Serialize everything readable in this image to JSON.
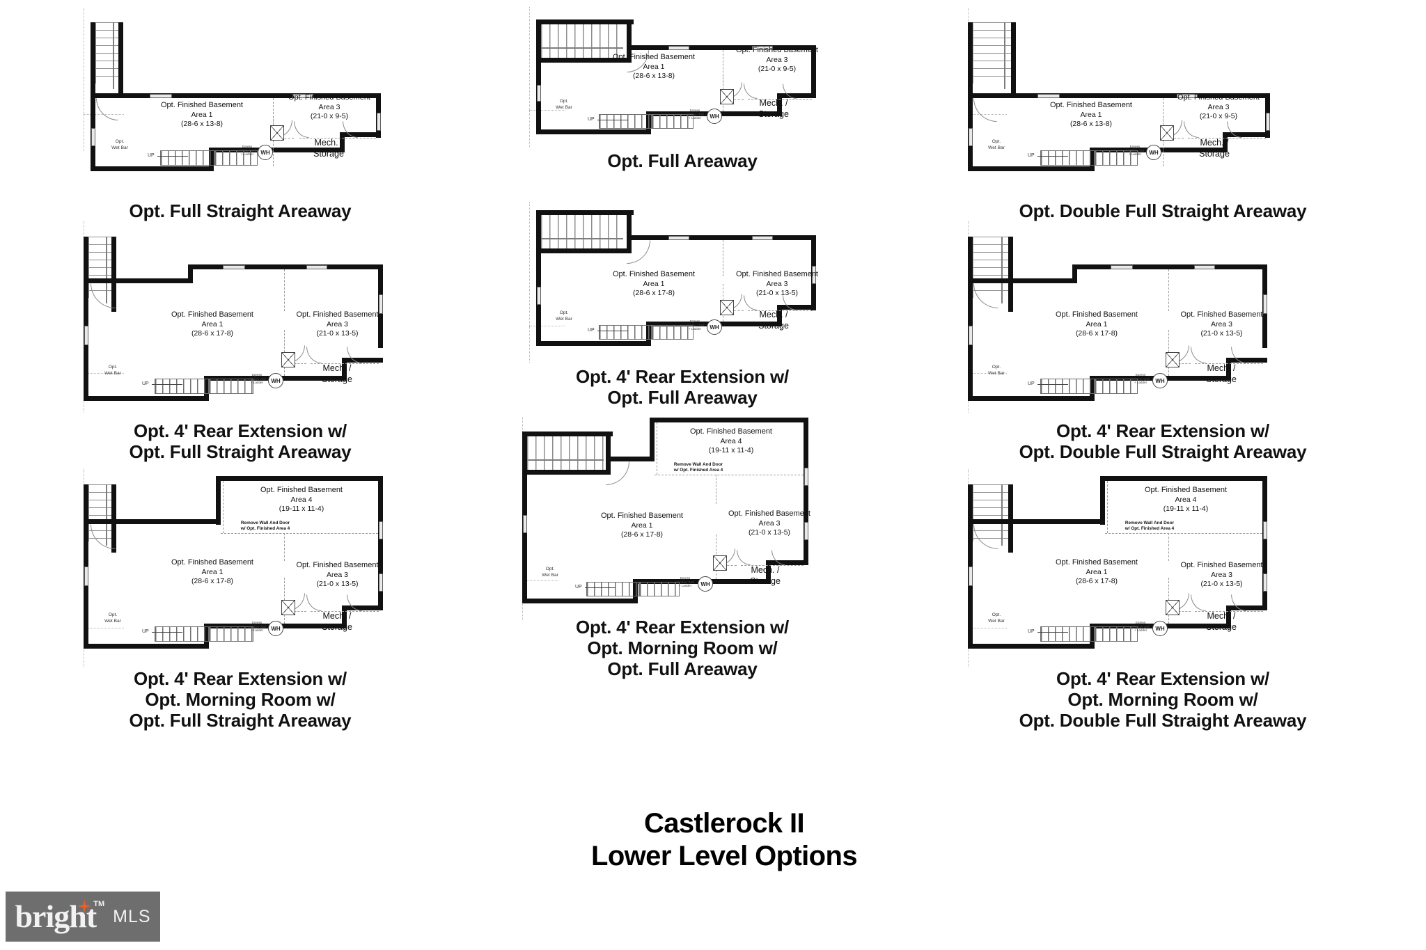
{
  "document": {
    "title_line1": "Castlerock II",
    "title_line2": "Lower Level Options",
    "sheet_type": "Lower Level Options"
  },
  "watermark": {
    "brand": "bright",
    "tm": "TM",
    "suffix": "MLS",
    "bg_color": "#6e6e6e",
    "text_color": "#f2f2f2",
    "star_color": "#e8622a"
  },
  "labels": {
    "finished_basement": "Opt. Finished Basement",
    "area1": "Area 1",
    "area3": "Area 3",
    "area4": "Area 4",
    "dim_28_6_x_13_8": "(28-6 x 13-8)",
    "dim_28_6_x_17_8": "(28-6 x 17-8)",
    "dim_21_0_x_9_5": "(21-0 x 9-5)",
    "dim_21_0_x_13_5": "(21-0 x 13-5)",
    "dim_19_11_x_11_4": "(19-11 x 11-4)",
    "mech_storage_line1": "Mech. /",
    "mech_storage_line2": "Storage",
    "wet_bar_line1": "Opt.",
    "wet_bar_line2": "Wet Bar",
    "water_heater": "WH",
    "up": "UP",
    "remove_wall_line1": "Remove Wall And Door",
    "remove_wall_line2": "w/ Opt. Finished Area 4",
    "egress_note": "Egress Window Well & Ladder"
  },
  "plans": [
    {
      "id": "full-straight-areaway",
      "column": "left",
      "row": 1,
      "caption": [
        "Opt. Full Straight Areaway"
      ],
      "rooms": [
        {
          "name": "Opt. Finished Basement",
          "area": "Area 1",
          "dim": "(28-6 x 13-8)"
        },
        {
          "name": "Opt. Finished Basement",
          "area": "Area 3",
          "dim": "(21-0 x 9-5)"
        },
        {
          "name": "Mech. / Storage"
        }
      ],
      "features": [
        "Opt. Wet Bar",
        "WH",
        "UP stair",
        "Straight areaway stair"
      ]
    },
    {
      "id": "rear-ext-full-straight-areaway",
      "column": "left",
      "row": 2,
      "caption": [
        "Opt. 4' Rear Extension w/",
        "Opt. Full Straight Areaway"
      ],
      "rooms": [
        {
          "name": "Opt. Finished Basement",
          "area": "Area 1",
          "dim": "(28-6 x 17-8)"
        },
        {
          "name": "Opt. Finished Basement",
          "area": "Area 3",
          "dim": "(21-0 x 13-5)"
        },
        {
          "name": "Mech. / Storage"
        }
      ],
      "features": [
        "Opt. Wet Bar",
        "WH",
        "UP stair",
        "Straight areaway stair"
      ]
    },
    {
      "id": "rear-ext-morning-room-full-straight-areaway",
      "column": "left",
      "row": 3,
      "caption": [
        "Opt. 4' Rear Extension w/",
        "Opt. Morning Room w/",
        "Opt. Full Straight Areaway"
      ],
      "rooms": [
        {
          "name": "Opt. Finished Basement",
          "area": "Area 4",
          "dim": "(19-11 x 11-4)"
        },
        {
          "name": "Opt. Finished Basement",
          "area": "Area 1",
          "dim": "(28-6 x 17-8)"
        },
        {
          "name": "Opt. Finished Basement",
          "area": "Area 3",
          "dim": "(21-0 x 13-5)"
        },
        {
          "name": "Mech. / Storage"
        }
      ],
      "features": [
        "Opt. Wet Bar",
        "WH",
        "UP stair",
        "Remove Wall And Door w/ Opt. Finished Area 4"
      ]
    },
    {
      "id": "full-areaway",
      "column": "center",
      "row": 1,
      "caption": [
        "Opt. Full Areaway"
      ],
      "rooms": [
        {
          "name": "Opt. Finished Basement",
          "area": "Area 1",
          "dim": "(28-6 x 13-8)"
        },
        {
          "name": "Opt. Finished Basement",
          "area": "Area 3",
          "dim": "(21-0 x 9-5)"
        },
        {
          "name": "Mech. / Storage"
        }
      ],
      "features": [
        "Opt. Wet Bar",
        "WH",
        "UP stair",
        "Full areaway stair"
      ]
    },
    {
      "id": "rear-ext-full-areaway",
      "column": "center",
      "row": 2,
      "caption": [
        "Opt. 4' Rear Extension w/",
        "Opt. Full Areaway"
      ],
      "rooms": [
        {
          "name": "Opt. Finished Basement",
          "area": "Area 1",
          "dim": "(28-6 x 17-8)"
        },
        {
          "name": "Opt. Finished Basement",
          "area": "Area 3",
          "dim": "(21-0 x 13-5)"
        },
        {
          "name": "Mech. / Storage"
        }
      ],
      "features": [
        "Opt. Wet Bar",
        "WH",
        "UP stair",
        "Full areaway stair"
      ]
    },
    {
      "id": "rear-ext-morning-room-full-areaway",
      "column": "center",
      "row": 3,
      "caption": [
        "Opt. 4' Rear Extension w/",
        "Opt. Morning Room w/",
        "Opt. Full Areaway"
      ],
      "rooms": [
        {
          "name": "Opt. Finished Basement",
          "area": "Area 4",
          "dim": "(19-11 x 11-4)"
        },
        {
          "name": "Opt. Finished Basement",
          "area": "Area 1",
          "dim": "(28-6 x 17-8)"
        },
        {
          "name": "Opt. Finished Basement",
          "area": "Area 3",
          "dim": "(21-0 x 13-5)"
        },
        {
          "name": "Mech. / Storage"
        }
      ],
      "features": [
        "Opt. Wet Bar",
        "WH",
        "UP stair",
        "Remove Wall And Door w/ Opt. Finished Area 4"
      ]
    },
    {
      "id": "double-full-straight-areaway",
      "column": "right",
      "row": 1,
      "caption": [
        "Opt. Double Full Straight Areaway"
      ],
      "rooms": [
        {
          "name": "Opt. Finished Basement",
          "area": "Area 1",
          "dim": "(28-6 x 13-8)"
        },
        {
          "name": "Opt. Finished Basement",
          "area": "Area 3",
          "dim": "(21-0 x 9-5)"
        },
        {
          "name": "Mech. / Storage"
        }
      ],
      "features": [
        "Opt. Wet Bar",
        "WH",
        "UP stair",
        "Double straight areaway stair"
      ]
    },
    {
      "id": "rear-ext-double-full-straight-areaway",
      "column": "right",
      "row": 2,
      "caption": [
        "Opt. 4' Rear Extension w/",
        "Opt. Double Full Straight Areaway"
      ],
      "rooms": [
        {
          "name": "Opt. Finished Basement",
          "area": "Area 1",
          "dim": "(28-6 x 17-8)"
        },
        {
          "name": "Opt. Finished Basement",
          "area": "Area 3",
          "dim": "(21-0 x 13-5)"
        },
        {
          "name": "Mech. / Storage"
        }
      ],
      "features": [
        "Opt. Wet Bar",
        "WH",
        "UP stair",
        "Double straight areaway stair"
      ]
    },
    {
      "id": "rear-ext-morning-room-double-full-straight-areaway",
      "column": "right",
      "row": 3,
      "caption": [
        "Opt. 4' Rear Extension w/",
        "Opt. Morning Room w/",
        "Opt. Double Full Straight Areaway"
      ],
      "rooms": [
        {
          "name": "Opt. Finished Basement",
          "area": "Area 4",
          "dim": "(19-11 x 11-4)"
        },
        {
          "name": "Opt. Finished Basement",
          "area": "Area 1",
          "dim": "(28-6 x 17-8)"
        },
        {
          "name": "Opt. Finished Basement",
          "area": "Area 3",
          "dim": "(21-0 x 13-5)"
        },
        {
          "name": "Mech. / Storage"
        }
      ],
      "features": [
        "Opt. Wet Bar",
        "WH",
        "UP stair",
        "Remove Wall And Door w/ Opt. Finished Area 4"
      ]
    }
  ]
}
